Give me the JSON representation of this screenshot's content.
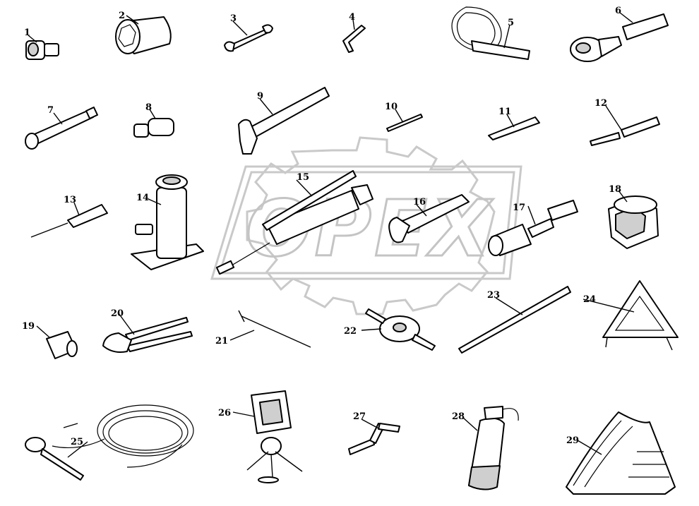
{
  "watermark": {
    "text": "OPEX"
  },
  "parts": [
    {
      "id": "1",
      "name": "socket-adapter"
    },
    {
      "id": "2",
      "name": "socket-large"
    },
    {
      "id": "3",
      "name": "open-end-wrench"
    },
    {
      "id": "4",
      "name": "hex-key"
    },
    {
      "id": "5",
      "name": "strap-filter-wrench"
    },
    {
      "id": "6",
      "name": "ratchet-handle"
    },
    {
      "id": "7",
      "name": "extension-bar"
    },
    {
      "id": "8",
      "name": "universal-joint"
    },
    {
      "id": "9",
      "name": "hammer"
    },
    {
      "id": "10",
      "name": "screwdriver-small"
    },
    {
      "id": "11",
      "name": "drift-punch"
    },
    {
      "id": "12",
      "name": "combination-tool"
    },
    {
      "id": "13",
      "name": "screwdriver"
    },
    {
      "id": "14",
      "name": "bottle-jack"
    },
    {
      "id": "15",
      "name": "grease-gun"
    },
    {
      "id": "16",
      "name": "adjustable-wrench"
    },
    {
      "id": "17",
      "name": "spark-plug-socket"
    },
    {
      "id": "18",
      "name": "hub-nut-socket"
    },
    {
      "id": "19",
      "name": "small-socket"
    },
    {
      "id": "20",
      "name": "pipe-pliers"
    },
    {
      "id": "21",
      "name": "pin-rod"
    },
    {
      "id": "22",
      "name": "wheel-nut-tool"
    },
    {
      "id": "23",
      "name": "tommy-bar"
    },
    {
      "id": "24",
      "name": "warning-triangle"
    },
    {
      "id": "25",
      "name": "tire-inflation-hose"
    },
    {
      "id": "26",
      "name": "inspection-lamp"
    },
    {
      "id": "27",
      "name": "crank-handle"
    },
    {
      "id": "28",
      "name": "fire-extinguisher"
    },
    {
      "id": "29",
      "name": "wheel-chock"
    }
  ]
}
